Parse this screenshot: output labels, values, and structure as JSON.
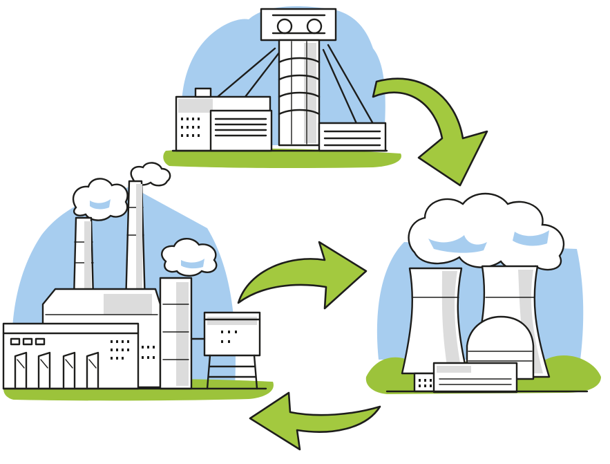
{
  "scene": {
    "illustrations": [
      {
        "name": "mine-headframe"
      },
      {
        "name": "nuclear-power-plant"
      },
      {
        "name": "industrial-factory"
      }
    ],
    "arrows": [
      {
        "name": "arrow-mine-to-nuclear",
        "direction": "clockwise"
      },
      {
        "name": "arrow-factory-to-nuclear",
        "direction": "clockwise"
      },
      {
        "name": "arrow-nuclear-to-factory",
        "direction": "counter-clockwise"
      }
    ],
    "colors": {
      "sky": "#a7cdef",
      "grass": "#9cc33b",
      "arrow": "#a3c93f",
      "ink": "#1d1d1b",
      "shade": "#dcdcdc"
    }
  }
}
